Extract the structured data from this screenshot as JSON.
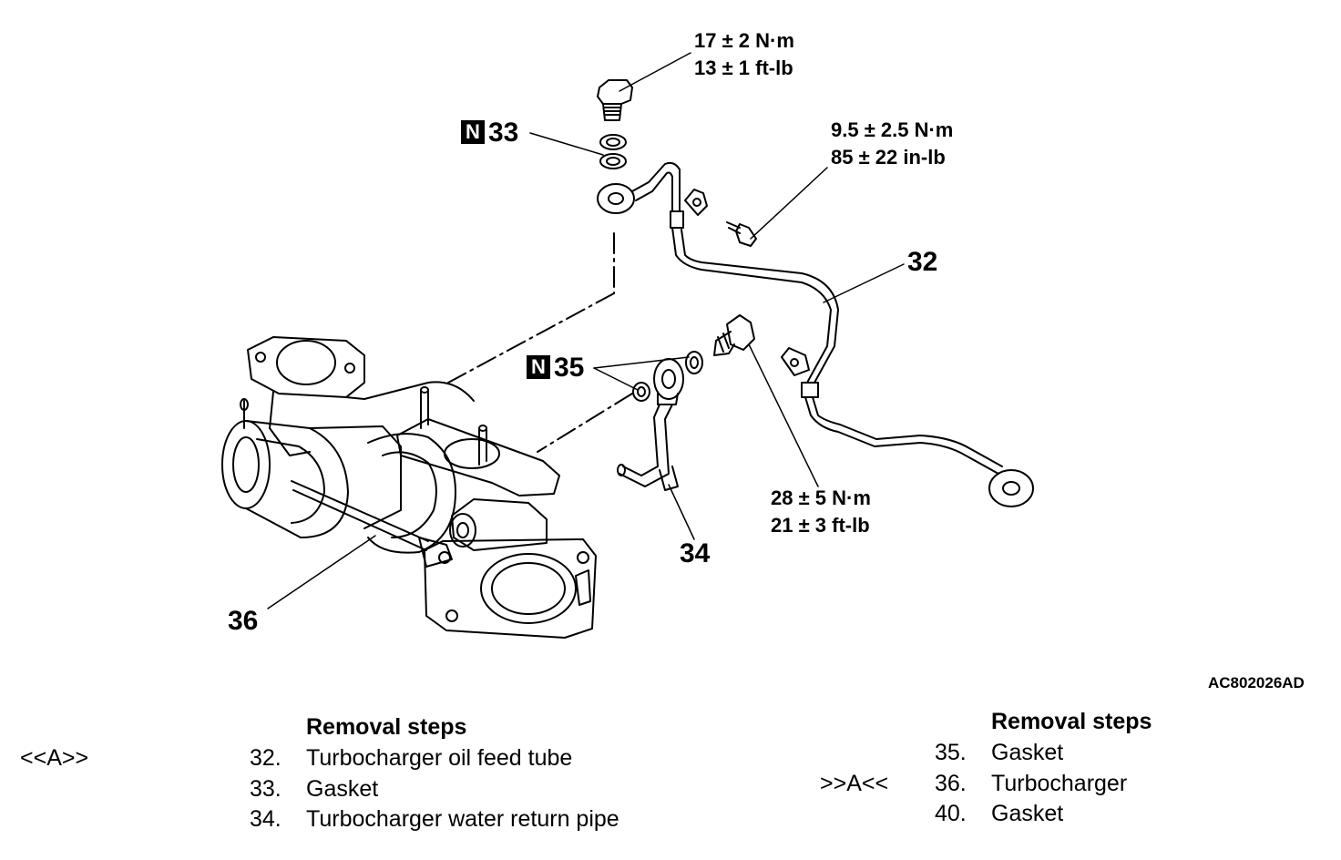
{
  "torque": {
    "banjo_bolt": [
      "17 ± 2 N·m",
      "13 ± 1 ft-lb"
    ],
    "bracket_bolt": [
      "9.5 ± 2.5 N·m",
      "85 ± 22 in-lb"
    ],
    "eye_bolt": [
      "28 ± 5 N·m",
      "21 ± 3 ft-lb"
    ]
  },
  "callouts": {
    "n33": {
      "badge": "N",
      "number": "33"
    },
    "n35": {
      "badge": "N",
      "number": "35"
    },
    "c32": "32",
    "c34": "34",
    "c36": "36"
  },
  "figure_id": "AC802026AD",
  "removal_steps": {
    "left": {
      "heading": "Removal steps",
      "items": [
        {
          "marker": "<<A>>",
          "num": "32.",
          "name": "Turbocharger oil feed tube"
        },
        {
          "marker": "",
          "num": "33.",
          "name": "Gasket"
        },
        {
          "marker": "",
          "num": "34.",
          "name": "Turbocharger water return pipe"
        }
      ]
    },
    "right": {
      "heading": "Removal steps",
      "items": [
        {
          "marker": "",
          "num": "35.",
          "name": "Gasket"
        },
        {
          "marker": ">>A<<",
          "num": "36.",
          "name": "Turbocharger"
        },
        {
          "marker": "",
          "num": "40.",
          "name": "Gasket"
        }
      ]
    }
  }
}
